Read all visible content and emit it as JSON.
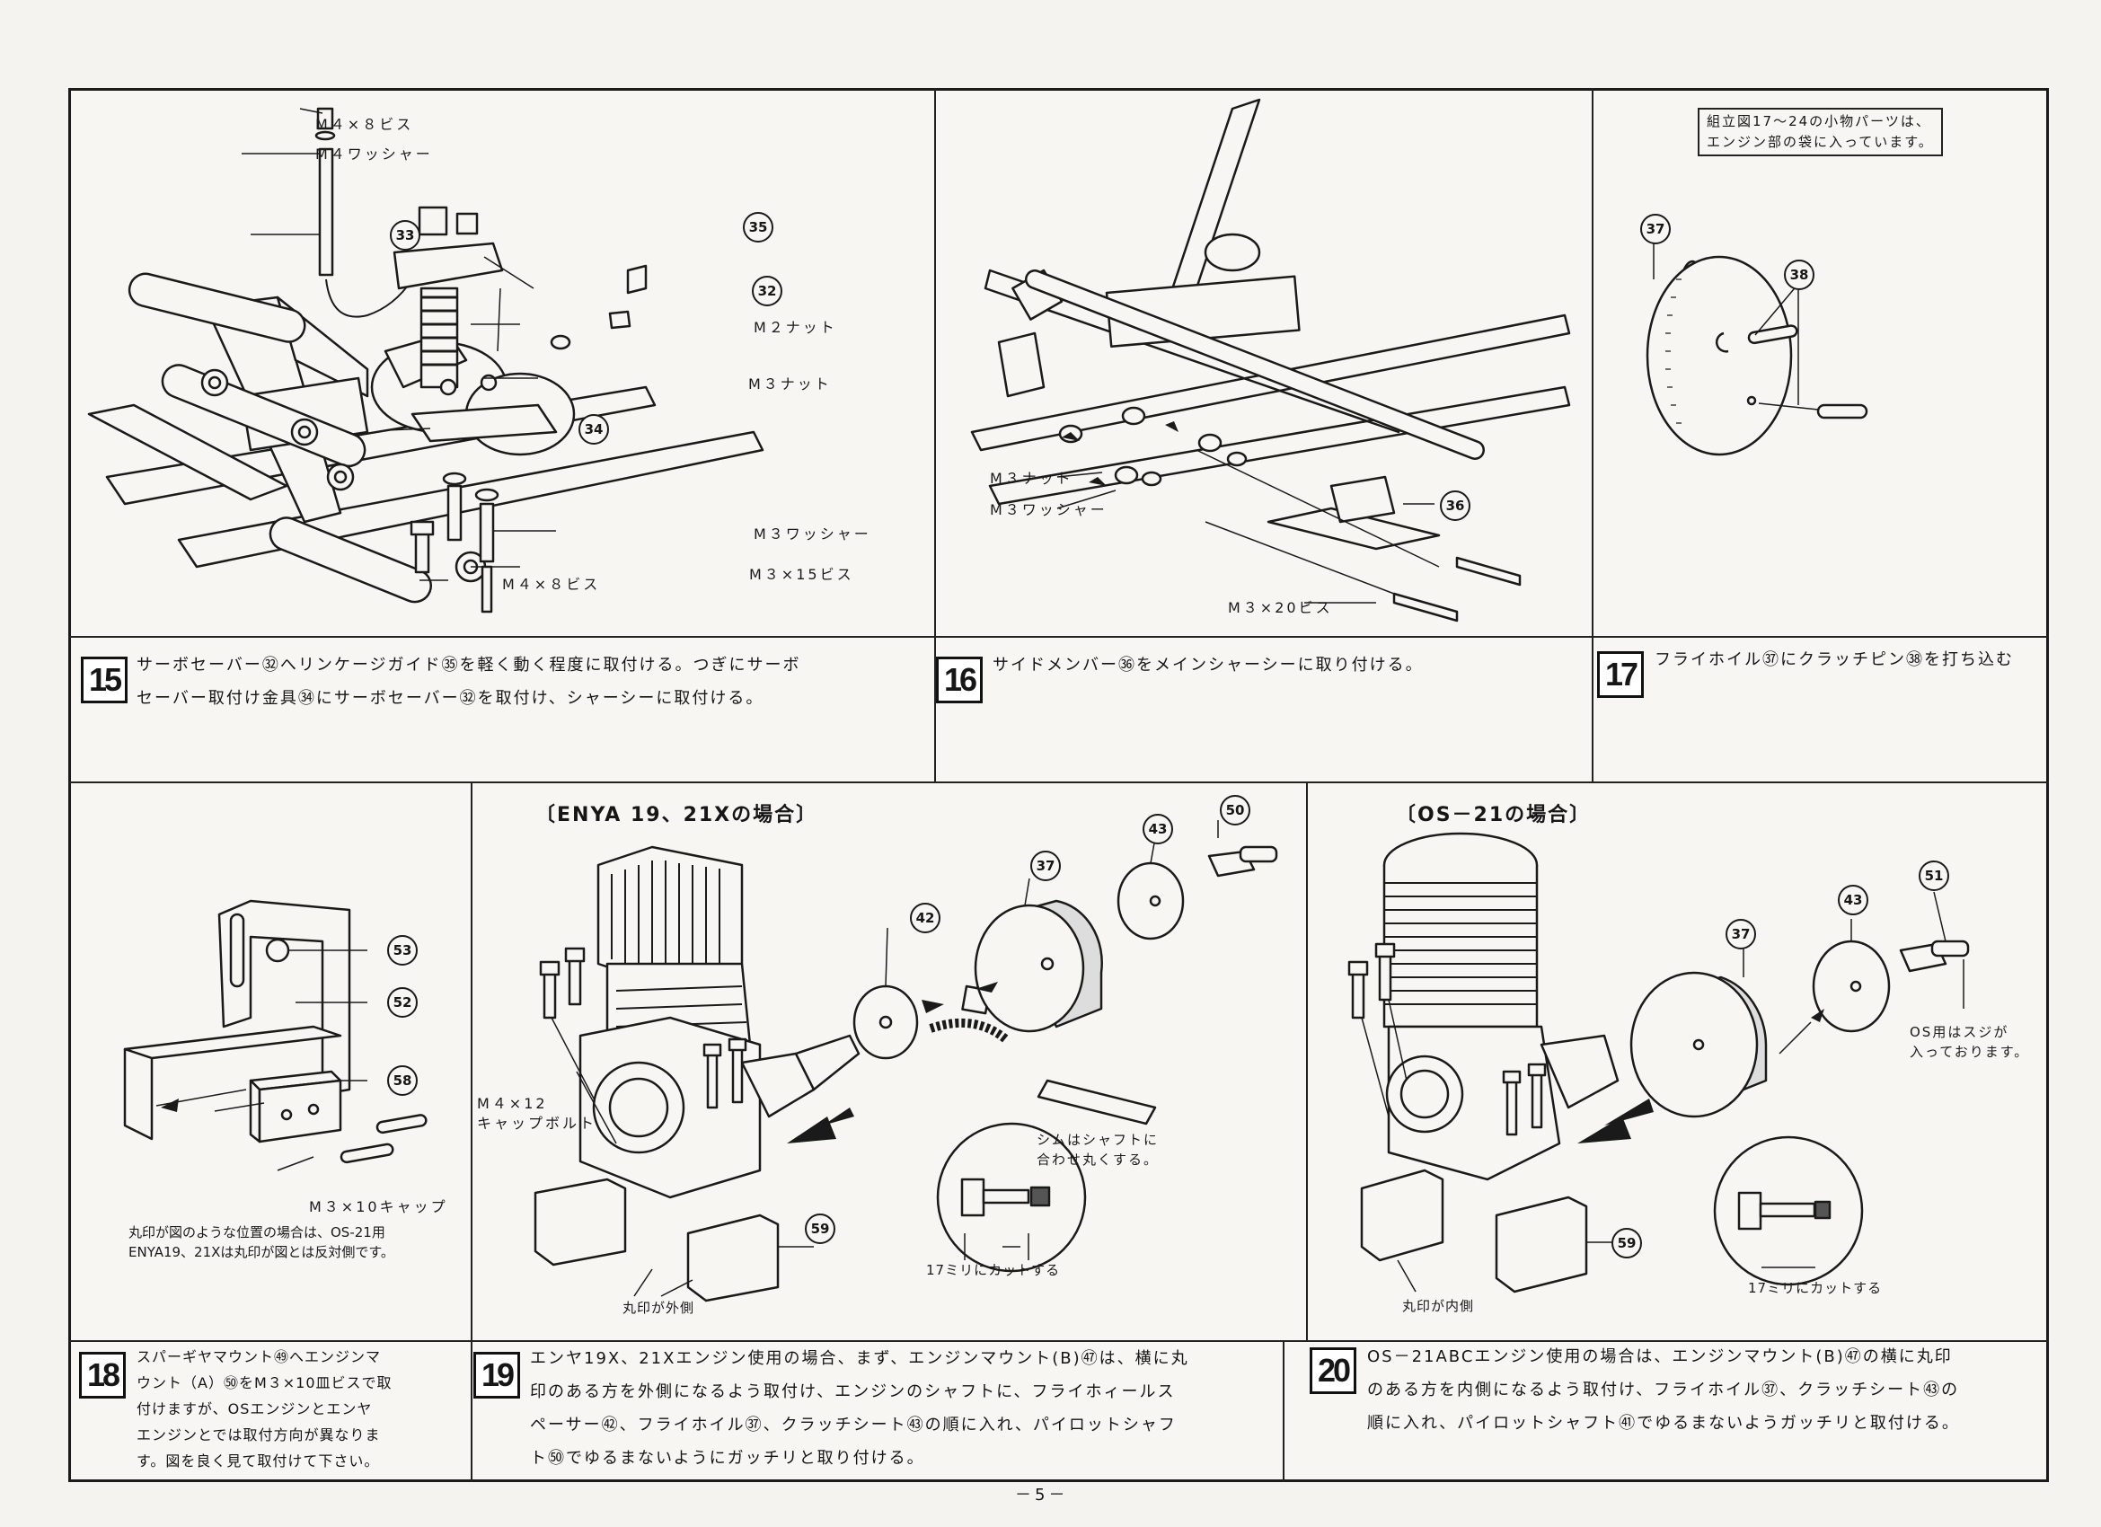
{
  "page_number": "－5－",
  "note_box": {
    "line1": "組立図17～24の小物パーツは、",
    "line2": "エンジン部の袋に入っています。"
  },
  "step15": {
    "number": "15",
    "text_line1": "サーボセーバー㉜へリンケージガイド㉟を軽く動く程度に取付ける。つぎにサーボ",
    "text_line2": "セーバー取付け金具㉞にサーボセーバー㉜を取付け、シャーシーに取付ける。",
    "labels": {
      "m4x8_top": "M４×８ビス",
      "m4_washer": "M４ワッシャー",
      "m2_nut": "M２ナット",
      "m3_nut": "M３ナット",
      "m3_washer": "M３ワッシャー",
      "m4x8_bottom": "M４×８ビス",
      "m3x15": "M３×15ビス"
    },
    "parts": [
      "33",
      "35",
      "32",
      "34"
    ]
  },
  "step16": {
    "number": "16",
    "text": "サイドメンバー㊱をメインシャーシーに取り付ける。",
    "labels": {
      "m3_nut": "M３ナット",
      "m3_washer": "M３ワッシャー",
      "m3x20": "M３×20ビス"
    },
    "parts": [
      "36"
    ]
  },
  "step17": {
    "number": "17",
    "text": "フライホイル㊲にクラッチピン㊳を打ち込む",
    "parts": [
      "37",
      "38"
    ]
  },
  "step18": {
    "number": "18",
    "text_lines": [
      "スパーギヤマウント㊾へエンジンマ",
      "ウント（A）㊿をM３×10皿ビスで取",
      "付けますが、OSエンジンとエンヤ",
      "エンジンとでは取付方向が異なりま",
      "す。図を良く見て取付けて下さい。"
    ],
    "labels": {
      "m3x10": "M３×10キャップ"
    },
    "caption_line1": "丸印が図のような位置の場合は、OS-21用",
    "caption_line2": "ENYA19、21Xは丸印が図とは反対側です。",
    "parts": [
      "53",
      "52",
      "58"
    ]
  },
  "step19": {
    "number": "19",
    "heading": "〔ENYA 19、21Xの場合〕",
    "text_lines": [
      "エンヤ19X、21Xエンジン使用の場合、まず、エンジンマウント(B)㊼は、横に丸",
      "印のある方を外側になるよう取付け、エンジンのシャフトに、フライホィールス",
      "ペーサー㊷、フライホイル㊲、クラッチシート㊸の順に入れ、パイロットシャフ",
      "ト㊿でゆるまないようにガッチリと取り付ける。"
    ],
    "labels": {
      "m4x12_line1": "M４×12",
      "m4x12_line2": "キャップボルト",
      "shim_line1": "シムはシャフトに",
      "shim_line2": "合わせ丸くする。",
      "cut17": "17ミリにカットする",
      "outside_mark": "丸印が外側"
    },
    "parts": [
      "42",
      "37",
      "43",
      "50",
      "59"
    ]
  },
  "step20": {
    "number": "20",
    "heading": "〔OS－21の場合〕",
    "text_lines": [
      "OS－21ABCエンジン使用の場合は、エンジンマウント(B)㊼の横に丸印",
      "のある方を内側になるよう取付け、フライホイル㊲、クラッチシート㊸の",
      "順に入れ、パイロットシャフト㊶でゆるまないようガッチリと取付ける。"
    ],
    "labels": {
      "os_note_line1": "OS用はスジが",
      "os_note_line2": "入っております。",
      "cut17": "17ミリにカットする",
      "inside_mark": "丸印が内側"
    },
    "parts": [
      "37",
      "43",
      "51",
      "59"
    ]
  }
}
